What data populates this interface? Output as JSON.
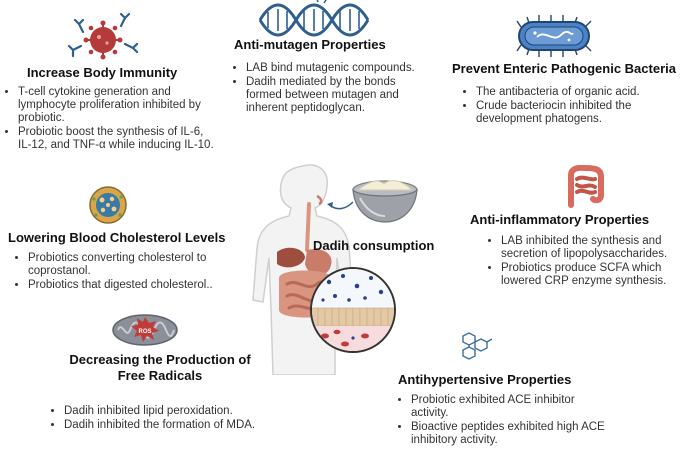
{
  "center": {
    "label": "Dadih consumption"
  },
  "sections": {
    "immunity": {
      "title": "Increase Body Immunity",
      "bullets": [
        "T-cell cytokine generation and lymphocyte proliferation  inhibited by probiotic.",
        "Probiotic boost the synthesis of IL-6, IL-12, and TNF-α while inducing IL-10."
      ]
    },
    "antimutagen": {
      "title": "Anti-mutagen Properties",
      "bullets": [
        "LAB bind mutagenic compounds.",
        "Dadih mediated by the bonds formed between mutagen and inherent peptidoglycan."
      ]
    },
    "enteric": {
      "title": "Prevent Enteric Pathogenic Bacteria",
      "bullets": [
        "The antibacteria of organic acid.",
        "Crude bacteriocin inhibited the development phatogens."
      ]
    },
    "cholesterol": {
      "title": "Lowering Blood Cholesterol Levels",
      "bullets": [
        "Probiotics converting cholesterol to coprostanol.",
        "Probiotics that digested cholesterol.."
      ]
    },
    "antiinflammatory": {
      "title": "Anti-inflammatory Properties",
      "bullets": [
        "LAB  inhibited the synthesis and secretion of lipopolysaccharides.",
        "Probiotics produce SCFA which lowered CRP enzyme synthesis."
      ]
    },
    "freeradicals": {
      "title_line1": "Decreasing the Production of",
      "title_line2": "Free Radicals",
      "bullets": [
        "Dadih inhibited lipid peroxidation.",
        "Dadih inhibited the formation of MDA."
      ]
    },
    "antihypertensive": {
      "title": "Antihypertensive Properties",
      "bullets": [
        "Probiotic exhibited ACE inhibitor activity.",
        "Bioactive peptides  exhibited high ACE inhibitory activity."
      ]
    },
    "mitochondria_badge": "ROS"
  },
  "icons": {
    "immunity": "virus-antibody-icon",
    "antimutagen": "dna-helix-icon",
    "enteric": "bacterium-icon",
    "cholesterol": "cholesterol-particle-icon",
    "antiinflammatory": "intestine-icon",
    "freeradicals": "mitochondria-icon",
    "antihypertensive": "molecule-icon",
    "center": "human-digestive-system-icon",
    "bowl": "dadih-bowl-icon"
  },
  "colors": {
    "virus": "#b53a3a",
    "antibody": "#2f5f8f",
    "dna": "#2e5f8f",
    "bacterium_fill": "#4a82c9",
    "bacterium_outline": "#22466e",
    "intestine": "#d96b5e",
    "mitochondria": "#8b8f98",
    "ros": "#c23b3b",
    "body_outline": "#cfcfcf",
    "organ": "#c97c6a",
    "cell_lining": "#e3c9a6"
  }
}
